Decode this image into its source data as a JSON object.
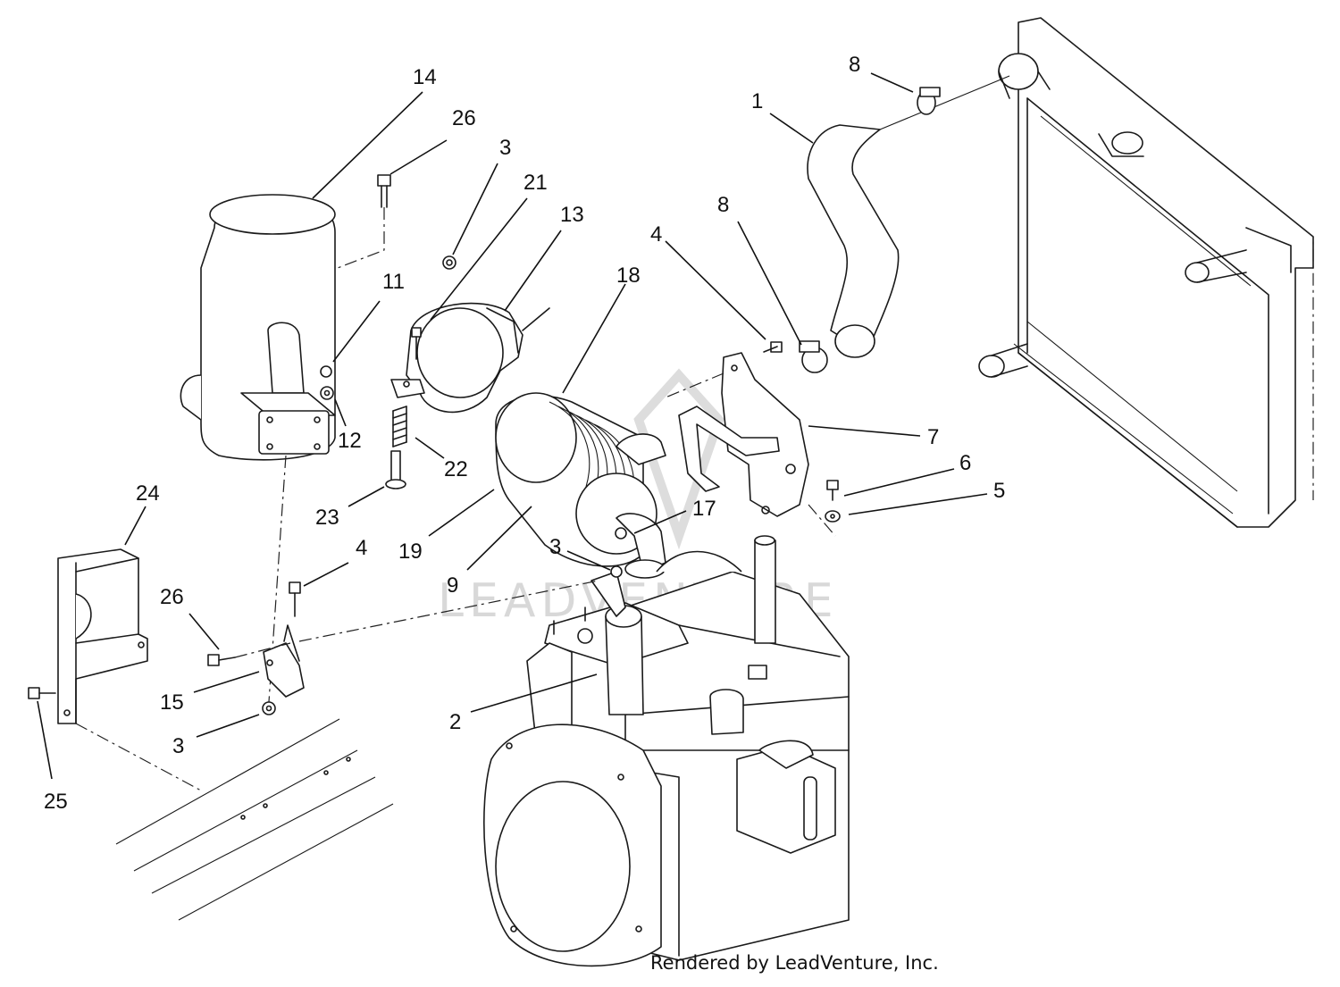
{
  "watermark_text": "LEADVENTURE",
  "credit": "Rendered by LeadVenture, Inc.",
  "callouts": {
    "c1": "1",
    "c2": "2",
    "c3a": "3",
    "c3b": "3",
    "c3c": "3",
    "c4a": "4",
    "c4b": "4",
    "c5": "5",
    "c6": "6",
    "c7": "7",
    "c8a": "8",
    "c8b": "8",
    "c9": "9",
    "c11": "11",
    "c12": "12",
    "c13": "13",
    "c14": "14",
    "c15": "15",
    "c17": "17",
    "c18": "18",
    "c19": "19",
    "c21": "21",
    "c22": "22",
    "c23": "23",
    "c24": "24",
    "c25": "25",
    "c26a": "26",
    "c26b": "26"
  }
}
